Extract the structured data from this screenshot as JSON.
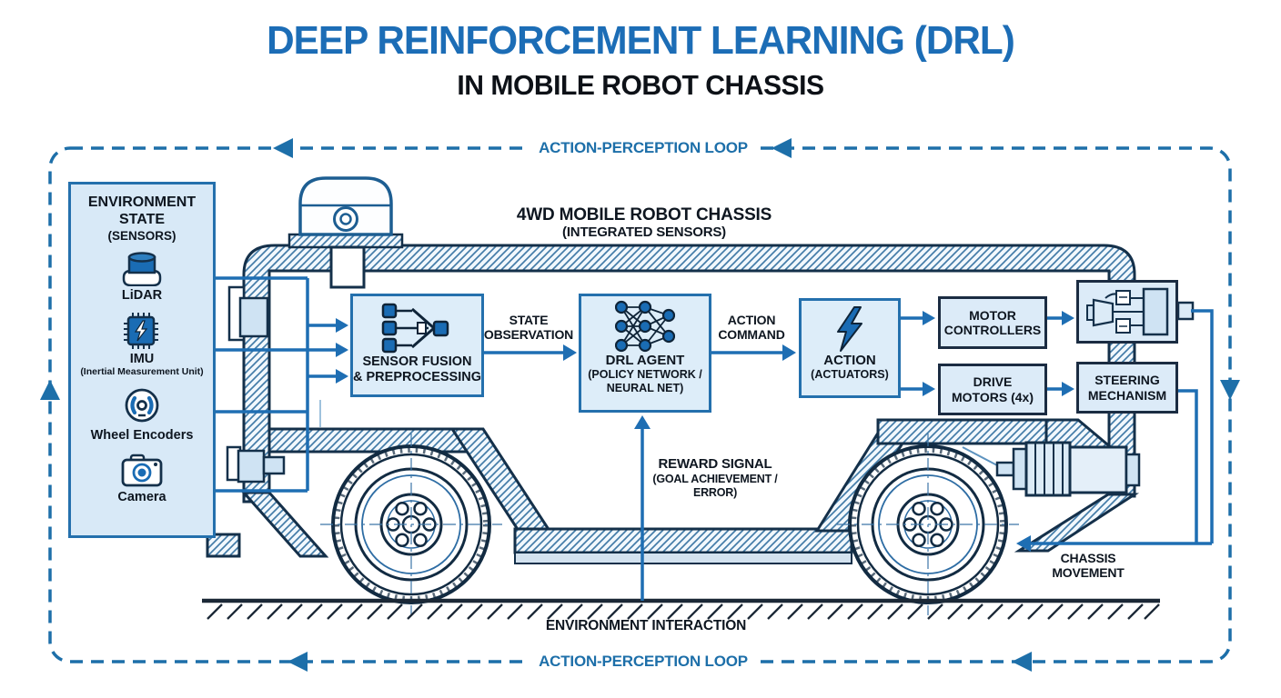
{
  "title": {
    "line1": "DEEP REINFORCEMENT LEARNING (DRL)",
    "line2": "IN MOBILE ROBOT CHASSIS"
  },
  "loop": {
    "top": "ACTION-PERCEPTION LOOP",
    "bottom": "ACTION-PERCEPTION LOOP"
  },
  "chassis": {
    "label_line1": "4WD MOBILE ROBOT CHASSIS",
    "label_line2": "(INTEGRATED SENSORS)"
  },
  "sidebar": {
    "title_line1": "ENVIRONMENT",
    "title_line2": "STATE",
    "subtitle": "(SENSORS)",
    "sensors": [
      {
        "name": "LiDAR",
        "icon": "lidar-icon"
      },
      {
        "name": "IMU",
        "sub": "(Inertial Measurement Unit)",
        "icon": "imu-chip-icon"
      },
      {
        "name": "Wheel Encoders",
        "icon": "wheel-encoder-icon"
      },
      {
        "name": "Camera",
        "icon": "camera-icon"
      }
    ]
  },
  "boxes": {
    "sensor_fusion": {
      "line1": "SENSOR FUSION",
      "line2": "& PREPROCESSING",
      "icon": "fusion-icon"
    },
    "drl_agent": {
      "line1": "DRL AGENT",
      "line2": "(POLICY NETWORK /",
      "line3": "NEURAL NET)",
      "icon": "neural-network-icon"
    },
    "action": {
      "line1": "ACTION",
      "line2": "(ACTUATORS)",
      "icon": "lightning-bolt-icon"
    },
    "motor_controllers": {
      "line1": "MOTOR",
      "line2": "CONTROLLERS"
    },
    "drive_motors": {
      "line1": "DRIVE",
      "line2": "MOTORS (4x)"
    },
    "steering": {
      "line1": "STEERING",
      "line2": "MECHANISM",
      "motor_icon": "motor-gearbox-icon"
    }
  },
  "labels": {
    "state_observation_line1": "STATE",
    "state_observation_line2": "OBSERVATION",
    "action_command_line1": "ACTION",
    "action_command_line2": "COMMAND",
    "reward_line1": "REWARD SIGNAL",
    "reward_line2": "(GOAL ACHIEVEMENT /",
    "reward_line3": "ERROR)",
    "chassis_movement_line1": "CHASSIS",
    "chassis_movement_line2": "MOVEMENT",
    "environment_interaction": "ENVIRONMENT INTERACTION"
  },
  "colors": {
    "title_blue": "#1c6db6",
    "loop_blue": "#1d6fa9",
    "arrow_blue": "#1e6eb3",
    "box_fill": "#ddedf9",
    "box_border_blue": "#2470ad",
    "box_border_dark": "#1b2c42",
    "outline_dark": "#14304a",
    "text_dark": "#0e1620"
  }
}
